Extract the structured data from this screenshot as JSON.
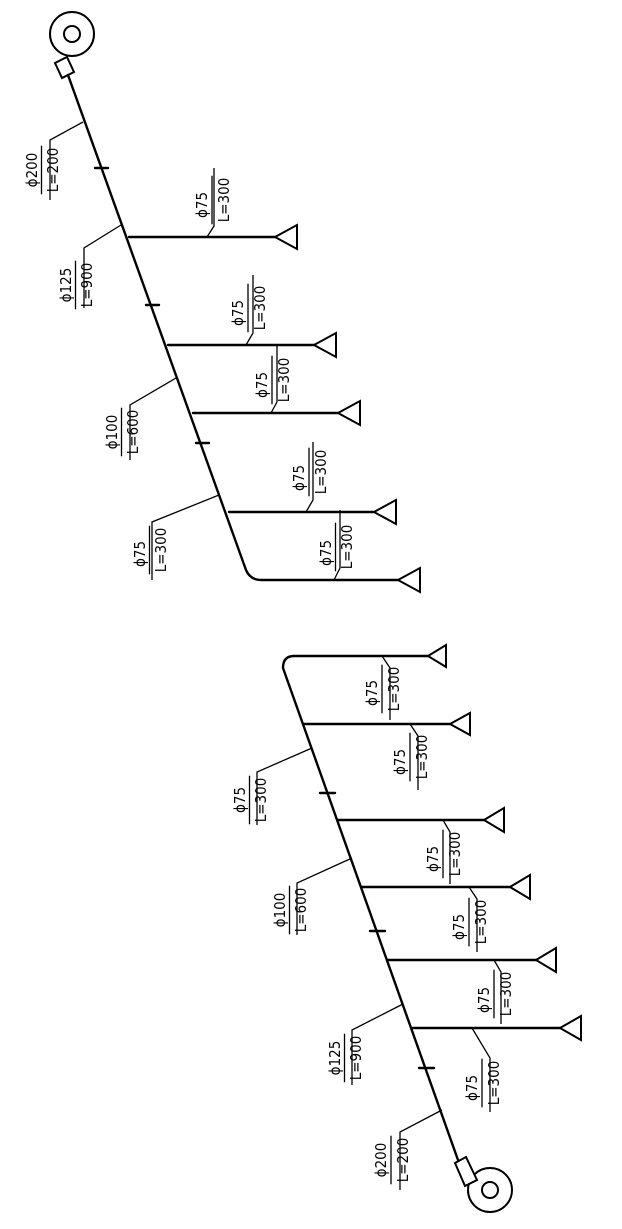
{
  "diagrams": [
    {
      "id": "upper",
      "labels": [
        {
          "d": "ϕ200",
          "l": "L=200"
        },
        {
          "d": "ϕ125",
          "l": "L=900"
        },
        {
          "d": "ϕ75",
          "l": "L=300"
        },
        {
          "d": "ϕ75",
          "l": "L=300"
        },
        {
          "d": "ϕ75",
          "l": "L=300"
        },
        {
          "d": "ϕ100",
          "l": "L=600"
        },
        {
          "d": "ϕ75",
          "l": "L=300"
        },
        {
          "d": "ϕ75",
          "l": "L=300"
        },
        {
          "d": "ϕ75",
          "l": "L=300"
        }
      ]
    },
    {
      "id": "lower",
      "labels": [
        {
          "d": "ϕ200",
          "l": "L=200"
        },
        {
          "d": "ϕ125",
          "l": "L=900"
        },
        {
          "d": "ϕ100",
          "l": "L=600"
        },
        {
          "d": "ϕ75",
          "l": "L=300"
        },
        {
          "d": "ϕ75",
          "l": "L=300"
        },
        {
          "d": "ϕ75",
          "l": "L=300"
        },
        {
          "d": "ϕ75",
          "l": "L=300"
        },
        {
          "d": "ϕ75",
          "l": "L=300"
        },
        {
          "d": "ϕ75",
          "l": "L=300"
        },
        {
          "d": "ϕ75",
          "l": "L=300"
        }
      ]
    }
  ]
}
